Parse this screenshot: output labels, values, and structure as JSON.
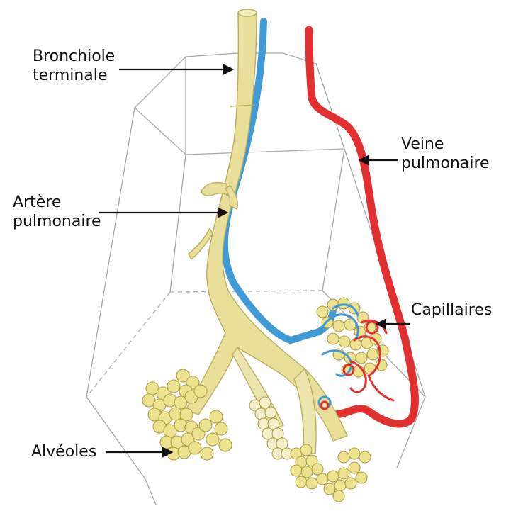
{
  "labels": {
    "bronchiole": [
      "Bronchiole",
      "terminale"
    ],
    "artere": [
      "Artère",
      "pulmonaire"
    ],
    "veine": [
      "Veine",
      "pulmonaire"
    ],
    "capillaires": [
      "Capillaires"
    ],
    "alveoles": [
      "Alvéoles"
    ]
  },
  "colors": {
    "airway": "#e8df9a",
    "airway_outline": "#b9ad5e",
    "artery": "#3f9ad6",
    "vein": "#e23030",
    "alveoli": "#ece28f",
    "alveoli_outline": "#a89a3a",
    "frame": "#9a9a9a"
  }
}
